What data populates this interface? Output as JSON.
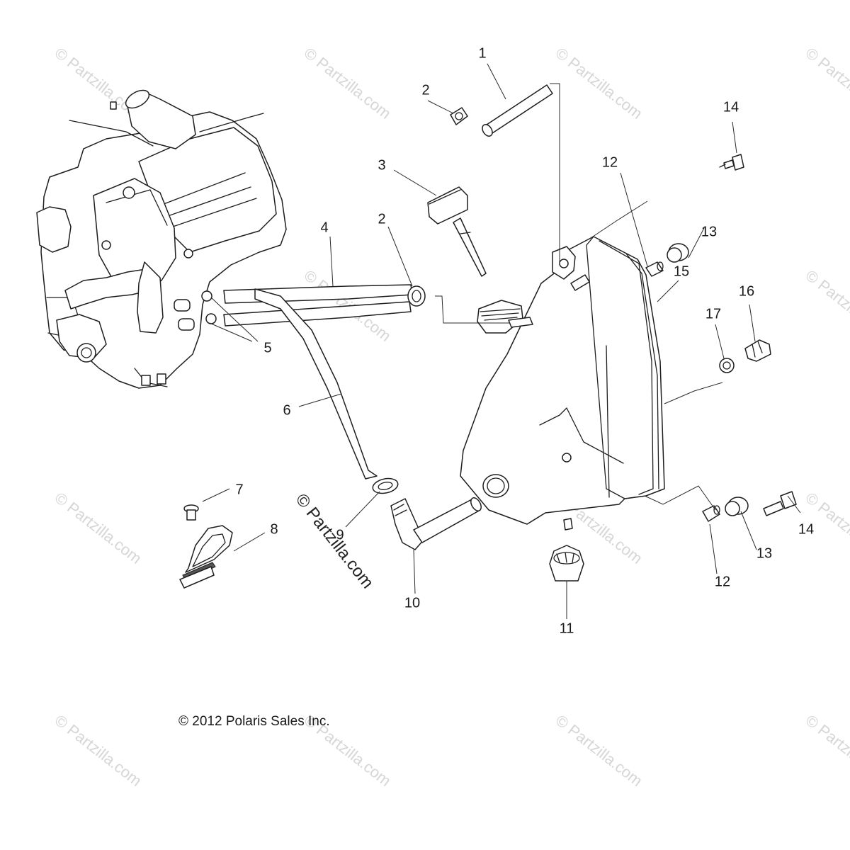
{
  "copyright": "© 2012 Polaris Sales Inc.",
  "watermark": "© Partzilla.com",
  "callouts": [
    {
      "id": "1",
      "label": "1"
    },
    {
      "id": "2a",
      "label": "2"
    },
    {
      "id": "2b",
      "label": "2"
    },
    {
      "id": "3",
      "label": "3"
    },
    {
      "id": "4",
      "label": "4"
    },
    {
      "id": "5",
      "label": "5"
    },
    {
      "id": "6",
      "label": "6"
    },
    {
      "id": "7",
      "label": "7"
    },
    {
      "id": "8",
      "label": "8"
    },
    {
      "id": "9",
      "label": "9"
    },
    {
      "id": "10",
      "label": "10"
    },
    {
      "id": "11",
      "label": "11"
    },
    {
      "id": "12a",
      "label": "12"
    },
    {
      "id": "12b",
      "label": "12"
    },
    {
      "id": "13a",
      "label": "13"
    },
    {
      "id": "13b",
      "label": "13"
    },
    {
      "id": "14a",
      "label": "14"
    },
    {
      "id": "14b",
      "label": "14"
    },
    {
      "id": "15",
      "label": "15"
    },
    {
      "id": "16",
      "label": "16"
    },
    {
      "id": "17",
      "label": "17"
    }
  ]
}
